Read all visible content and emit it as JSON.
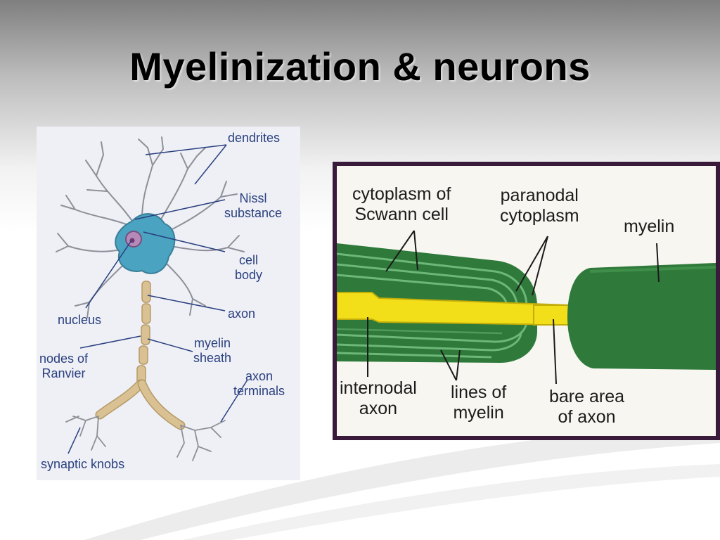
{
  "title": "Myelinization & neurons",
  "neuron_diagram": {
    "labels": {
      "dendrites": "dendrites",
      "nissl_1": "Nissl",
      "nissl_2": "substance",
      "cell_body_1": "cell",
      "cell_body_2": "body",
      "nucleus": "nucleus",
      "axon": "axon",
      "myelin_sheath_1": "myelin",
      "myelin_sheath_2": "sheath",
      "nodes_1": "nodes of",
      "nodes_2": "Ranvier",
      "axon_terminals_1": "axon",
      "axon_terminals_2": "terminals",
      "synaptic_knobs": "synaptic knobs"
    },
    "colors": {
      "label_text": "#2a3f7e",
      "cell_body": "#4aa3c0",
      "myelin": "#d9c193",
      "background": "#eef0f6"
    }
  },
  "myelin_diagram": {
    "labels": {
      "cytoplasm_1": "cytoplasm of",
      "cytoplasm_2": "Scwann cell",
      "paranodal_1": "paranodal",
      "paranodal_2": "cytoplasm",
      "myelin": "myelin",
      "internodal_1": "internodal",
      "internodal_2": "axon",
      "lines_1": "lines of",
      "lines_2": "myelin",
      "bare_1": "bare area",
      "bare_2": "of axon"
    },
    "colors": {
      "frame": "#3a1a3a",
      "myelin_green": "#2f7a3a",
      "axon_yellow": "#f2df1a"
    }
  }
}
